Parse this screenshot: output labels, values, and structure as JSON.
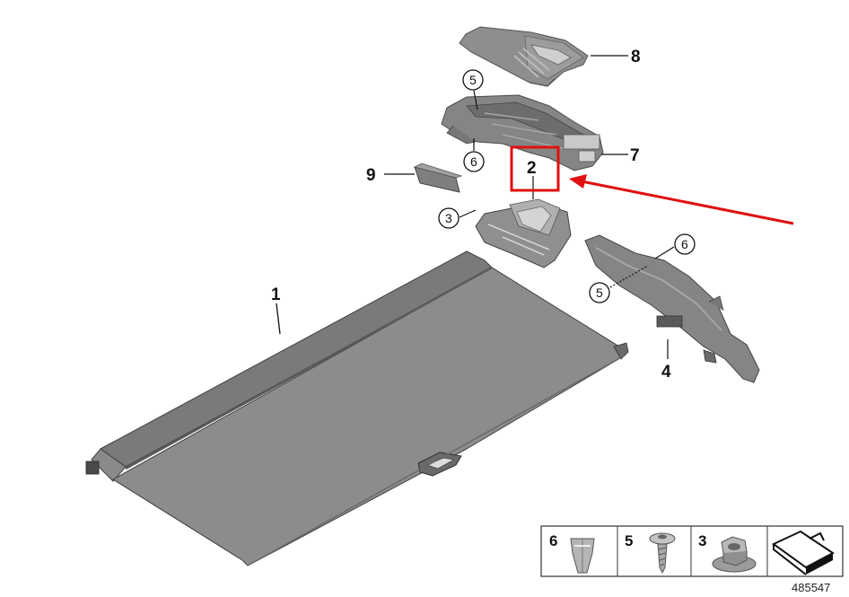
{
  "callouts": {
    "c1": "1",
    "c2": "2",
    "c3": "3",
    "c4": "4",
    "c5a": "5",
    "c5b": "5",
    "c6a": "6",
    "c6b": "6",
    "c7": "7",
    "c8": "8",
    "c9": "9"
  },
  "legend": {
    "cells": [
      {
        "label": "6",
        "icon": "clip-nut-icon"
      },
      {
        "label": "5",
        "icon": "screw-icon"
      },
      {
        "label": "3",
        "icon": "hex-nut-icon"
      },
      {
        "label": "",
        "icon": "arrow-symbol-icon"
      }
    ]
  },
  "document_id": "485547",
  "colors": {
    "part_fill": "#8a8a8a",
    "part_dark": "#5e5e5e",
    "part_light": "#a8a8a8",
    "highlight": "#e01010",
    "line": "#111111"
  }
}
